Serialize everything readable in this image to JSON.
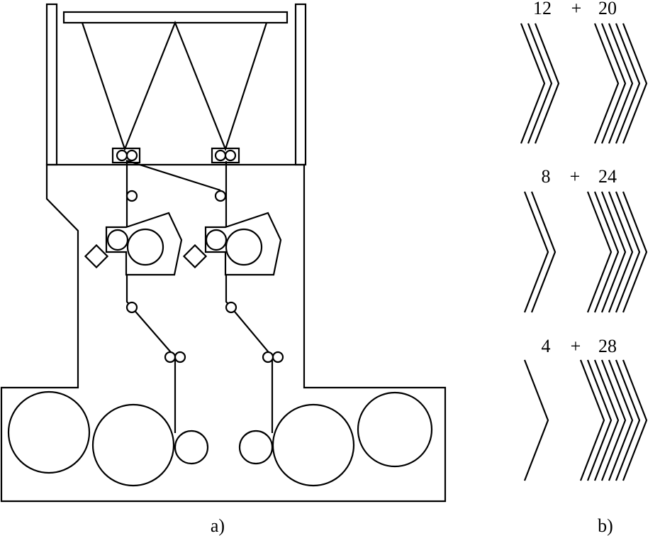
{
  "panel_a": {
    "label": "a)"
  },
  "panel_b": {
    "label": "b)",
    "groups": [
      {
        "left_count": "12",
        "operator": "+",
        "right_count": "20",
        "left_lines": 3,
        "right_lines": 5
      },
      {
        "left_count": "8",
        "operator": "+",
        "right_count": "24",
        "left_lines": 2,
        "right_lines": 6
      },
      {
        "left_count": "4",
        "operator": "+",
        "right_count": "28",
        "left_lines": 1,
        "right_lines": 7
      }
    ]
  },
  "colors": {
    "stroke": "#000000",
    "background": "#ffffff"
  }
}
